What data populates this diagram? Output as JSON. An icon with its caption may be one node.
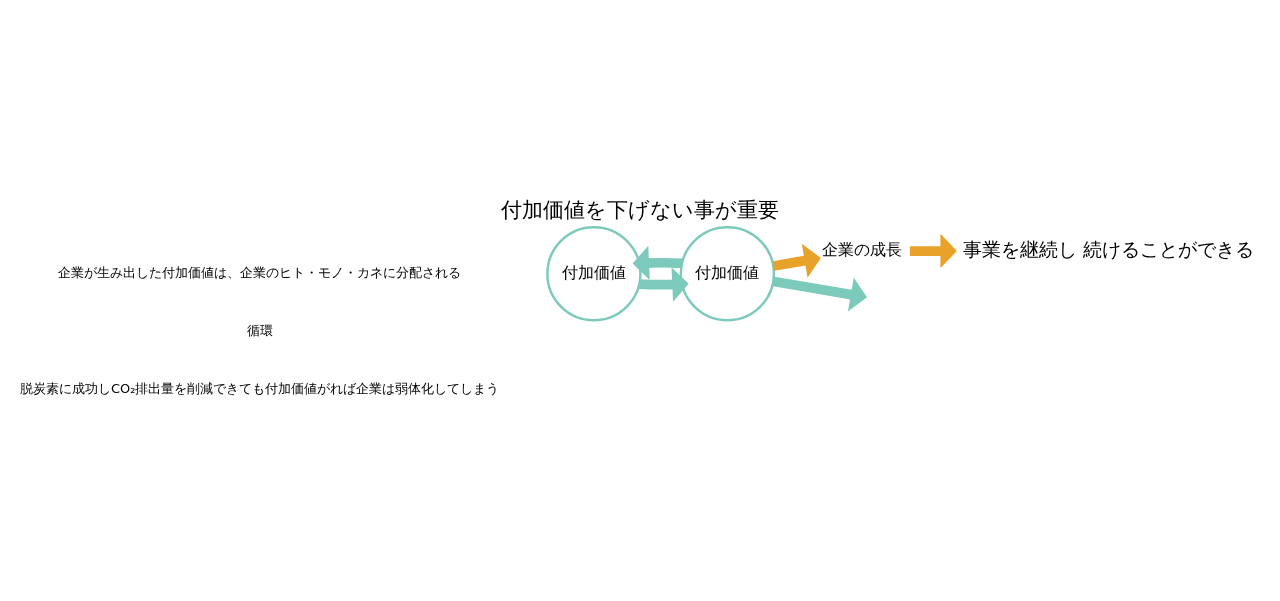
{
  "diagram": {
    "title": "付加価値を下げない事が重要",
    "nodes": [
      {
        "text": [
          "付加価値"
        ]
      },
      {
        "text": [
          "付加価値"
        ]
      },
      {
        "text": [
          "企業の成長"
        ]
      },
      {
        "text": [
          "事業を継続し 続けることができる"
        ]
      }
    ],
    "edges": [
      {
        "from": 0,
        "to": 1,
        "arrow": "to"
      },
      {
        "from": 1,
        "to": 0,
        "arrow": "to"
      },
      {
        "from": 1,
        "to": 2,
        "arrow": "to",
        "color": "#e8a22a"
      },
      {
        "from": 2,
        "to": 3,
        "arrow": "to",
        "color": "#e8a22a"
      },
      {
        "from": 1,
        "to": null,
        "arrow": "to"
      }
    ],
    "labels": [
      "企業が生み出した付加価値は、企業のヒト・モノ・カネに分配される",
      "循環",
      "脱炭素に成功しCO₂排出量を削減できても付加価値がれば企業は弱体化してしまう"
    ]
  }
}
